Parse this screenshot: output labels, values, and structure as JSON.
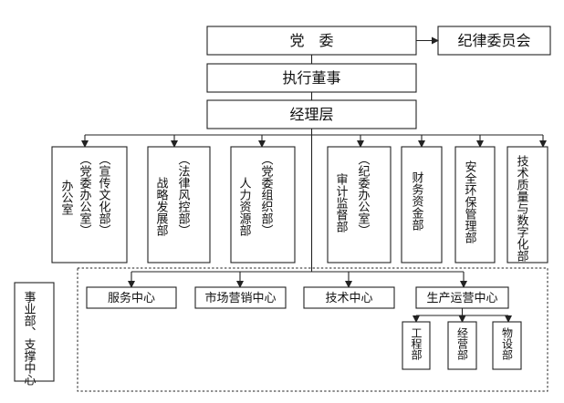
{
  "diagram": {
    "top": {
      "party_committee": "党　委",
      "discipline_committee": "纪律委员会",
      "executive_director": "执行董事",
      "management": "经理层"
    },
    "departments": [
      {
        "main": "办公室",
        "sub": "（宣传文化部）",
        "sub2": "（党委办公室）"
      },
      {
        "main": "战略发展部",
        "sub": "（法律风控部）"
      },
      {
        "main": "人力资源部",
        "sub": "（党委组织部）"
      },
      {
        "main": "审计监督部",
        "sub": "（纪委办公室）"
      },
      {
        "main": "财务资金部"
      },
      {
        "main": "安全环保管理部"
      },
      {
        "main": "技术质量与数字化部"
      }
    ],
    "business_units": {
      "group_label": "事业部、支撑中心",
      "centers": [
        "服务中心",
        "市场营销中心",
        "技术中心",
        "生产运营中心"
      ],
      "production_subunits": [
        "工程部",
        "经营部",
        "物设部"
      ]
    }
  }
}
